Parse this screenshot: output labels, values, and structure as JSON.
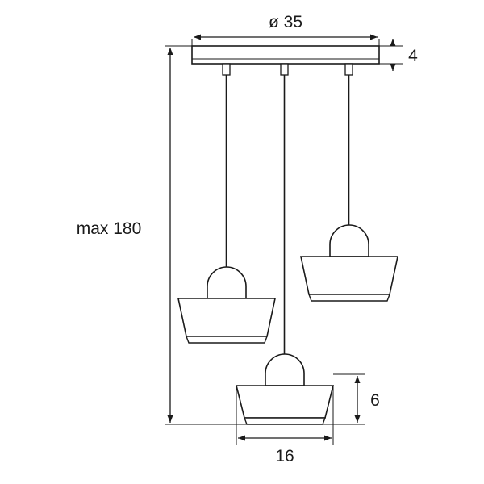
{
  "drawing": {
    "title": "pendant-lamp-technical-dimension-drawing",
    "background_color": "#ffffff",
    "line_color": "#1a1a1a",
    "dimensions": {
      "diameter_top": "ø 35",
      "canopy_height": "4",
      "max_drop": "max 180",
      "shade_height": "6",
      "shade_width": "16"
    }
  }
}
